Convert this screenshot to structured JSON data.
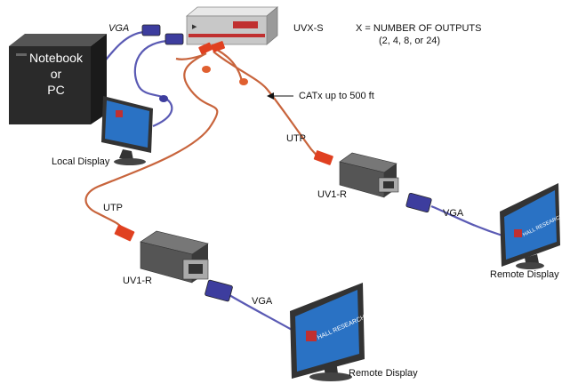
{
  "labels": {
    "computer": [
      "Notebook",
      "or",
      "PC"
    ],
    "local_display": "Local Display",
    "vga": "VGA",
    "uvx_s": "UVX-S",
    "outputs_line1": "X = NUMBER OF OUTPUTS",
    "outputs_line2": "(2, 4, 8, or 24)",
    "catx": "CATx up to 500 ft",
    "utp": "UTP",
    "uv1_r": "UV1-R",
    "remote_display": "Remote Display",
    "monitor_brand": "HALL RESEARCH"
  },
  "colors": {
    "vga_cable": "#5a5ab4",
    "vga_connector": "#3d3d9e",
    "cat_cable": "#c8643c",
    "cat_plug": "#e04020",
    "computer": "#2a2a2a",
    "monitor_screen": "#2a72c4",
    "receiver_body": "#555555",
    "uvx_box": "#c8c8c8",
    "uvx_stripe": "#c03030",
    "brand_logo": "#c03030"
  }
}
